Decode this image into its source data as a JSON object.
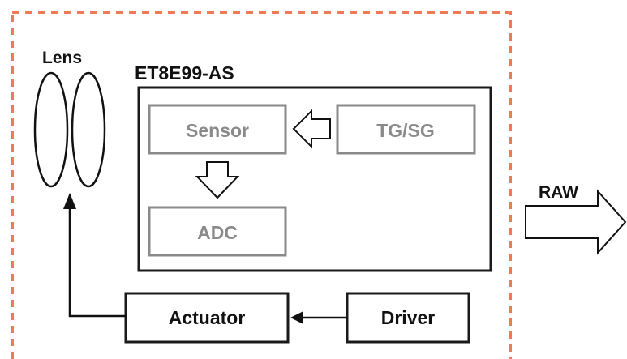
{
  "top_caption": "",
  "module": {
    "lens_label": "Lens",
    "chip_label": "ET8E99-AS",
    "sensor_label": "Sensor",
    "tg_sg_label": "TG/SG",
    "adc_label": "ADC",
    "actuator_label": "Actuator",
    "driver_label": "Driver"
  },
  "output": {
    "raw_label": "RAW"
  },
  "colors": {
    "dashed_border": "#f07a55",
    "inner_box_border": "#8a8a8a",
    "inner_text": "#8a8a8a",
    "outer_box_border": "#1a1a1a",
    "text": "#111111"
  }
}
